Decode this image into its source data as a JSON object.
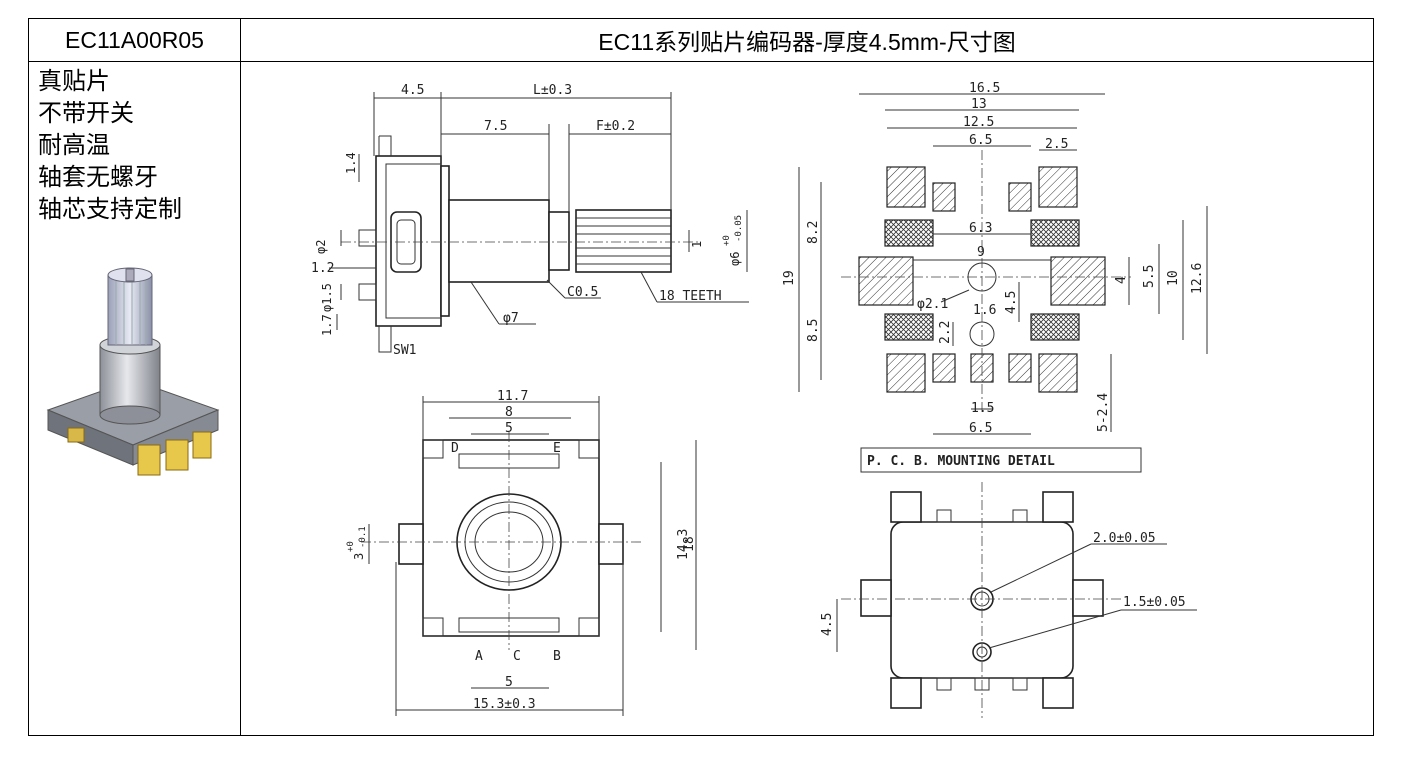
{
  "header": {
    "model": "EC11A00R05",
    "title": "EC11系列贴片编码器-厚度4.5mm-尺寸图"
  },
  "features": [
    "真贴片",
    "不带开关",
    "耐高温",
    "轴套无螺牙",
    "轴芯支持定制"
  ],
  "side_view": {
    "dim_4_5": "4.5",
    "dim_L": "L±0.3",
    "dim_7_5": "7.5",
    "dim_F": "F±0.2",
    "dim_1_4": "1.4",
    "dim_phi2": "φ2",
    "dim_1_2": "1.2",
    "dim_phi1_5": "φ1.5",
    "dim_1_7": "1.7",
    "dim_1": "1",
    "dim_phi6": "φ6",
    "tol_phi6_plus": "+0",
    "tol_phi6_minus": "-0.05",
    "dim_c05": "C0.5",
    "dim_phi7": "φ7",
    "label_teeth": "18 TEETH",
    "label_sw1": "SW1"
  },
  "top_view": {
    "dim_11_7": "11.7",
    "dim_8": "8",
    "dim_5_top": "5",
    "label_d": "D",
    "label_e": "E",
    "dim_3": "3",
    "tol_3_plus": "+0",
    "tol_3_minus": "-0.1",
    "dim_14_3": "14.3",
    "dim_18": "18",
    "label_a": "A",
    "label_c": "C",
    "label_b": "B",
    "dim_5_bottom": "5",
    "dim_15_3": "15.3±0.3"
  },
  "pcb_view": {
    "dim_16_5": "16.5",
    "dim_13": "13",
    "dim_12_5": "12.5",
    "dim_6_5_top": "6.5",
    "dim_2_5": "2.5",
    "dim_8_2": "8.2",
    "dim_6_3": "6.3",
    "dim_19": "19",
    "dim_9": "9",
    "dim_4": "4",
    "dim_5_5": "5.5",
    "dim_10": "10",
    "dim_12_6": "12.6",
    "dim_phi2_1": "φ2.1",
    "dim_1_6": "1.6",
    "dim_4_5": "4.5",
    "dim_8_5": "8.5",
    "dim_2_2": "2.2",
    "dim_1_5": "1.5",
    "dim_6_5_bottom": "6.5",
    "dim_5_2_4": "5-2.4",
    "label_pcb": "P. C. B. MOUNTING DETAIL"
  },
  "bottom_view": {
    "dim_hole1": "2.0±0.05",
    "dim_hole2": "1.5±0.05",
    "dim_4_5": "4.5"
  },
  "colors": {
    "line": "#000000",
    "photo_gold": "#e8c84a",
    "photo_metal": "#b8bcc4"
  }
}
